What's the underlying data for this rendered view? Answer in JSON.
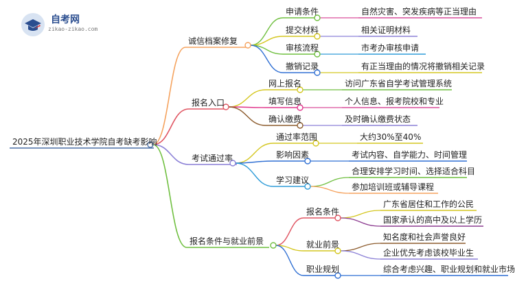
{
  "logo": {
    "title": "自考网",
    "url": "zikao-zikao.com",
    "icon": "graduation-cap-icon",
    "colors": {
      "circle": "#d8e3f2",
      "cap": "#2a4d8f",
      "accent": "#e23a3a"
    }
  },
  "root": {
    "label": "2025年深圳职业技术学院自考缺考影响"
  },
  "branches": [
    {
      "id": "b1",
      "label": "诚信档案修复",
      "color": "#f5a25d",
      "children": [
        {
          "label": "申请条件",
          "color": "#6fbf3f",
          "leaves": [
            {
              "label": "自然灾害、突发疾病等正当理由",
              "color": "#d94c9a"
            }
          ]
        },
        {
          "label": "提交材料",
          "color": "#d4c61e",
          "leaves": [
            {
              "label": "相关证明材料",
              "color": "#8a7fd6"
            }
          ]
        },
        {
          "label": "审核流程",
          "color": "#6fbf3f",
          "leaves": [
            {
              "label": "市考办审核申请",
              "color": "#2d9bd8"
            }
          ]
        },
        {
          "label": "撤销记录",
          "color": "#2f6fd3",
          "leaves": [
            {
              "label": "有正当理由的情况将撤销相关记录",
              "color": "#d4c61e"
            }
          ]
        }
      ]
    },
    {
      "id": "b2",
      "label": "报名入口",
      "color": "#e05562",
      "children": [
        {
          "label": "网上报名",
          "color": "#d4c61e",
          "leaves": [
            {
              "label": "访问广东省自学考试管理系统",
              "color": "#6fbf3f"
            }
          ]
        },
        {
          "label": "填写信息",
          "color": "#e0338a",
          "leaves": [
            {
              "label": "个人信息、报考院校和专业",
              "color": "#d94c9a"
            }
          ]
        },
        {
          "label": "确认缴费",
          "color": "#8b5a2b",
          "leaves": [
            {
              "label": "及时确认缴费状态",
              "color": "#8a7fd6"
            }
          ]
        }
      ]
    },
    {
      "id": "b3",
      "label": "考试通过率",
      "color": "#8a7fd6",
      "children": [
        {
          "label": "通过率范围",
          "color": "#d4c61e",
          "leaves": [
            {
              "label": "大约30%至40%",
              "color": "#d4c61e"
            }
          ]
        },
        {
          "label": "影响因素",
          "color": "#2f6fd3",
          "leaves": [
            {
              "label": "考试内容、自学能力、时间管理",
              "color": "#2f6fd3"
            }
          ]
        },
        {
          "label": "学习建议",
          "color": "#2d9bd8",
          "leaves": [
            {
              "label": "合理安排学习时间、选择适合科目",
              "color": "#6fbf3f"
            },
            {
              "label": "参加培训班或辅导课程",
              "color": "#f5a25d"
            }
          ]
        }
      ]
    },
    {
      "id": "b4",
      "label": "报名条件与就业前景",
      "color": "#6fbf3f",
      "children": [
        {
          "label": "报名条件",
          "color": "#e05562",
          "leaves": [
            {
              "label": "广东省居住和工作的公民",
              "color": "#d4c61e"
            },
            {
              "label": "国家承认的高中及以上学历",
              "color": "#8b3a8f"
            }
          ]
        },
        {
          "label": "就业前景",
          "color": "#d4c61e",
          "leaves": [
            {
              "label": "知名度和社会声誉良好",
              "color": "#8b5a2b"
            },
            {
              "label": "企业优先考虑该校毕业生",
              "color": "#8a7fd6"
            }
          ]
        },
        {
          "label": "职业规划",
          "color": "#2f6fd3",
          "leaves": [
            {
              "label": "综合考虑兴趣、职业规划和就业市场",
              "color": "#2f6fd3"
            }
          ]
        }
      ]
    }
  ]
}
